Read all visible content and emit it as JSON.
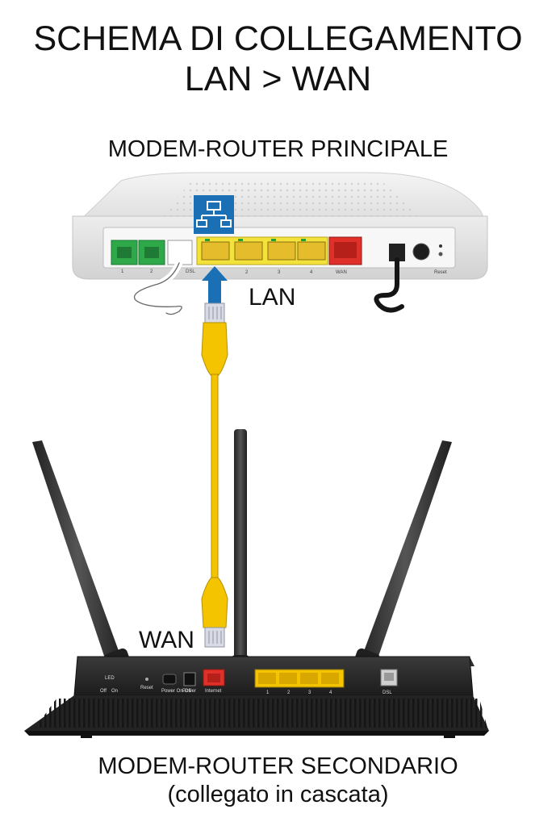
{
  "title": {
    "line1": "SCHEMA DI COLLEGAMENTO",
    "line2": "LAN > WAN"
  },
  "primary_router": {
    "label": "MODEM-ROUTER PRINCIPALE",
    "port_tag": "LAN",
    "ports": {
      "phone1": "1",
      "phone2": "2",
      "dsl": "DSL",
      "lan2": "2",
      "lan3": "3",
      "lan4": "4",
      "wan": "WAN",
      "reset": "Reset"
    }
  },
  "secondary_router": {
    "label": "MODEM-ROUTER SECONDARIO",
    "sublabel": "(collegato in cascata)",
    "port_tag": "WAN",
    "panel": {
      "led": "LED",
      "off": "Off",
      "on": "On",
      "reset": "Reset",
      "power_switch": "Power On-Off",
      "power": "Power",
      "internet": "Internet",
      "lan1": "1",
      "lan2": "2",
      "lan3": "3",
      "lan4": "4",
      "dsl": "DSL"
    }
  },
  "colors": {
    "cable": "#f5c400",
    "lan_highlight": "#f2e23a",
    "wan_port": "#e0302a",
    "phone_port": "#2fa84a",
    "arrow": "#1a6fb5",
    "router_body_dark": "#2b2b2b"
  },
  "icons": [
    "network-icon",
    "arrow-up-icon",
    "antenna-icon"
  ]
}
